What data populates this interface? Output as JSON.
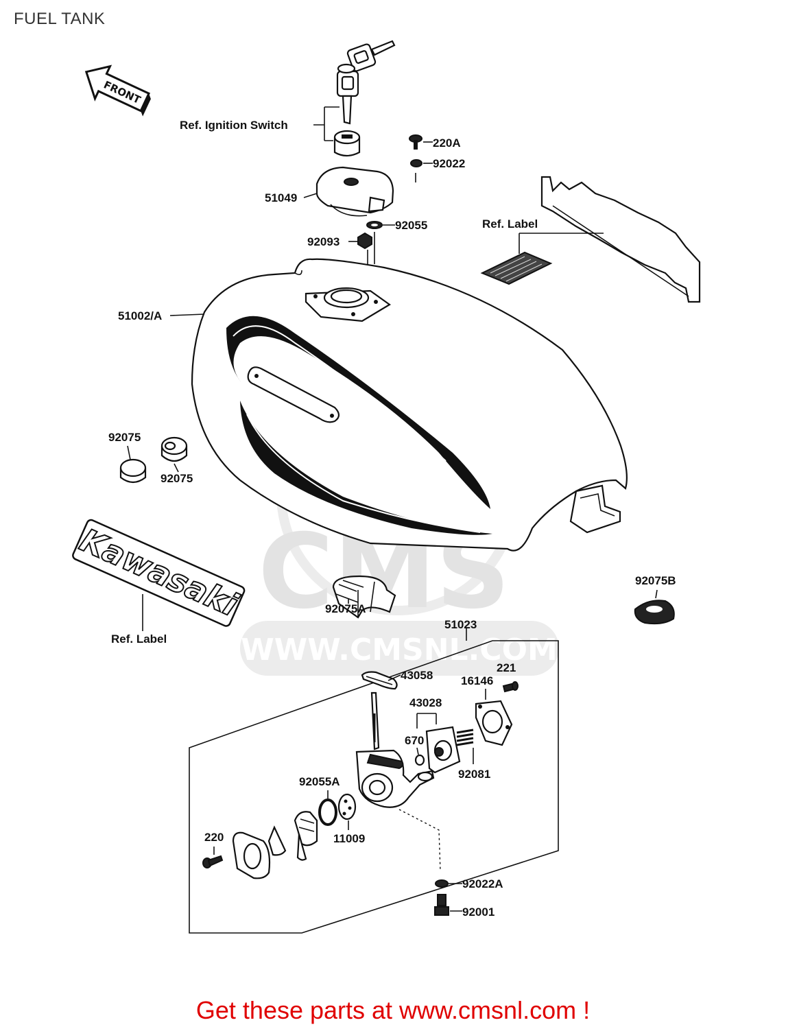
{
  "title": "FUEL TANK",
  "front_arrow": "FRONT",
  "footer": "Get these parts at www.cmsnl.com !",
  "watermark": {
    "logo": "CMS",
    "url": "WWW.CMSNL.COM"
  },
  "emblem": {
    "brand": "Kawasaki"
  },
  "labels": {
    "ref_ignition_switch": "Ref. Ignition Switch",
    "p220A": "220A",
    "p92022": "92022",
    "p51049": "51049",
    "p92055": "92055",
    "p92093": "92093",
    "ref_label_right": "Ref. Label",
    "p51002A": "51002/A",
    "p92075_top": "92075",
    "p92075_bottom": "92075",
    "p92075A": "92075A",
    "p92075B": "92075B",
    "ref_label_left": "Ref. Label",
    "p51023": "51023",
    "p43058": "43058",
    "p221": "221",
    "p16146": "16146",
    "p43028": "43028",
    "p670": "670",
    "p92081": "92081",
    "p92055A": "92055A",
    "p11009": "11009",
    "p220": "220",
    "p92022A": "92022A",
    "p92001": "92001"
  },
  "colors": {
    "footer": "#e00000",
    "ink": "#111111",
    "watermark": "#e3e3e3"
  }
}
